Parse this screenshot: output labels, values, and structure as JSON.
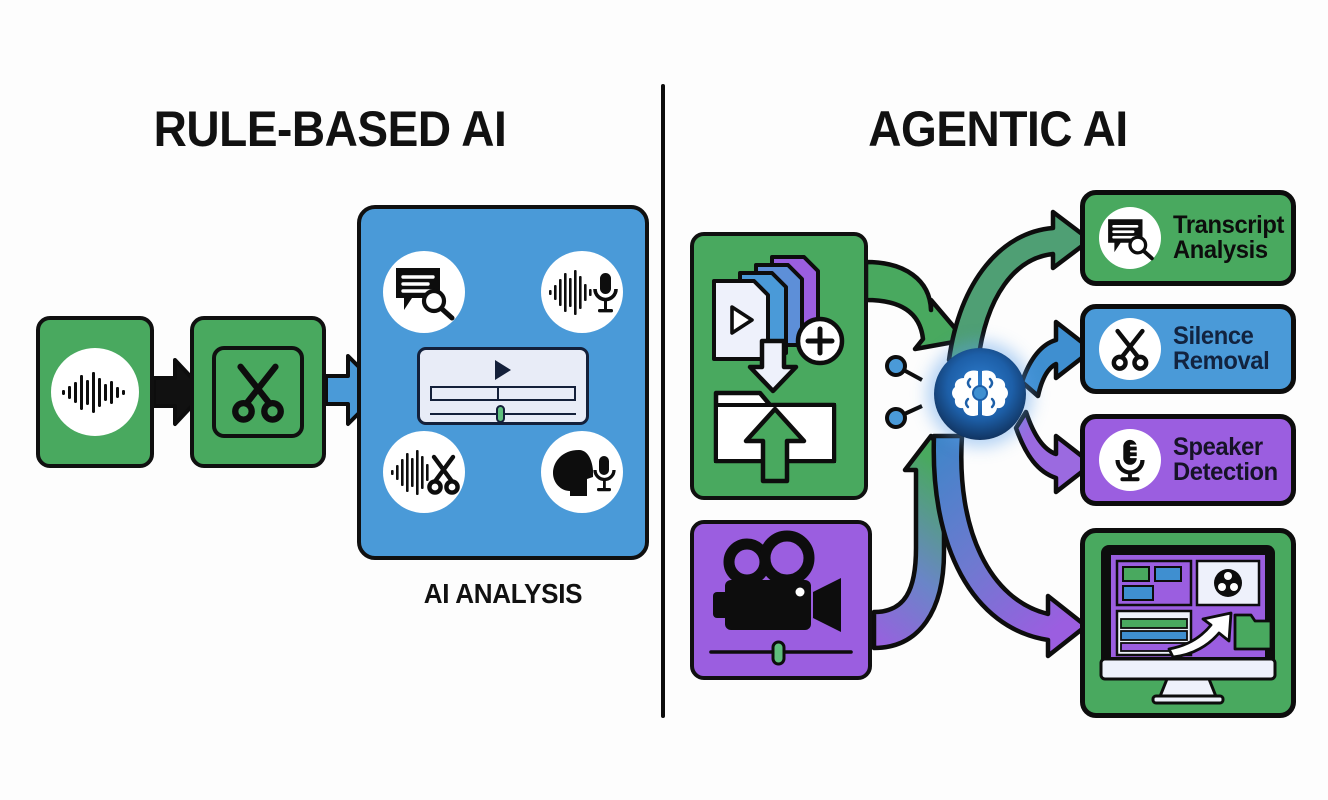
{
  "meta": {
    "left_panel_title": "RULE-BASED AI",
    "right_panel_title": "AGENTIC AI"
  },
  "colors": {
    "green": "#49a95f",
    "blue": "#4a9ad8",
    "purple": "#9b5ee0",
    "dark": "#0d0d0d",
    "knob_green": "#5fbf7d",
    "hub_blue": "#1d5fa8",
    "panel_bg": "#ffffff"
  },
  "left_panel": {
    "title": "RULE-BASED AI",
    "caption": "AI ANALYSIS",
    "steps": [
      {
        "name": "audio-source",
        "icon": "waveform-icon",
        "color": "#49a95f"
      },
      {
        "name": "trim-step",
        "icon": "scissors-icon",
        "color": "#49a95f"
      }
    ],
    "ai_panel": {
      "color": "#4a9ad8",
      "icons": [
        {
          "name": "transcript-search-icon",
          "label": "transcript search"
        },
        {
          "name": "waveform-microphone-icon",
          "label": "waveform microphone"
        },
        {
          "name": "waveform-scissors-icon",
          "label": "waveform scissors"
        },
        {
          "name": "speaker-head-microphone-icon",
          "label": "speaker head microphone"
        }
      ],
      "player": {
        "name": "media-player-widget",
        "play_icon": "play-icon",
        "scrubber_icon": "scrubber-handle-icon"
      }
    },
    "arrows": [
      {
        "name": "arrow-audio-to-trim",
        "color": "#0d0d0d",
        "style": "block"
      },
      {
        "name": "arrow-trim-to-analysis",
        "color": "#4a9ad8",
        "style": "block"
      }
    ]
  },
  "right_panel": {
    "title": "AGENTIC AI",
    "sources": [
      {
        "name": "media-upload-source",
        "color": "#49a95f",
        "icons": [
          "media-file-stack-icon",
          "plus-circle-icon",
          "download-arrow-icon",
          "upload-folder-icon"
        ]
      },
      {
        "name": "video-source",
        "color": "#9b5ee0",
        "icons": [
          "movie-camera-icon",
          "timeline-slider-icon"
        ]
      }
    ],
    "hub": {
      "name": "ai-brain-hub",
      "icon": "brain-icon",
      "accent": "#1d5fa8",
      "nodes": [
        "circuit-node-top",
        "circuit-node-bottom"
      ]
    },
    "results": [
      {
        "name": "transcript-analysis-card",
        "label_line1": "Transcript",
        "label_line2": "Analysis",
        "icon": "transcript-search-icon",
        "color": "#49a95f",
        "arrow_color": "#4f9f74"
      },
      {
        "name": "silence-removal-card",
        "label_line1": "Silence",
        "label_line2": "Removal",
        "icon": "scissors-icon",
        "color": "#4a9ad8",
        "arrow_color": "#3f8fd0"
      },
      {
        "name": "speaker-detection-card",
        "label_line1": "Speaker",
        "label_line2": "Detection",
        "icon": "microphone-icon",
        "color": "#9b5ee0",
        "arrow_color": "#9b6ae0"
      },
      {
        "name": "video-editor-card",
        "label_line1": "",
        "label_line2": "",
        "icon": "video-editor-monitor-icon",
        "color": "#49a95f",
        "arrow_color": "#9b6ae0"
      }
    ],
    "arrows": [
      {
        "name": "arrow-upload-to-hub",
        "color": "#49a95f"
      },
      {
        "name": "arrow-video-to-hub",
        "color": "gradient-purple-green"
      },
      {
        "name": "arrow-hub-to-transcript",
        "color": "#4f9f74"
      },
      {
        "name": "arrow-hub-to-silence",
        "color": "#3f8fd0"
      },
      {
        "name": "arrow-hub-to-speaker",
        "color": "#9b6ae0"
      },
      {
        "name": "arrow-hub-to-editor",
        "color": "gradient-blue-purple"
      }
    ]
  }
}
